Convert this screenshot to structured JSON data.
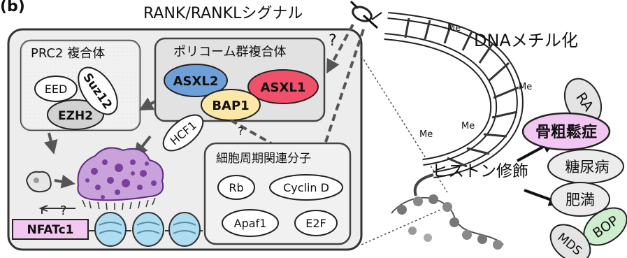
{
  "partial_header": "(b)",
  "signal_title": "RANK/RANKLシグナル",
  "prc2": {
    "title": "PRC2 複合体",
    "eed": "EED",
    "suz12": "Suz12",
    "ezh2": "EZH2"
  },
  "polycomb": {
    "title": "ポリコーム群複合体",
    "asxl2": "ASXL2",
    "asxl1": "ASXL1",
    "bap1": "BAP1",
    "hcf1": "HCF1"
  },
  "question_marks": {
    "q1": "?",
    "q2": "?",
    "q3": "?"
  },
  "cell_cycle": {
    "title": "細胞周期関連分子",
    "rb": "Rb",
    "cyclin_d": "Cyclin D",
    "apaf1": "Apaf1",
    "e2f": "E2F"
  },
  "nfatc1": "NFATc1",
  "dna": {
    "methylation": "DNAメチル化",
    "me": "Me",
    "histone_mod": "ヒストン修飾"
  },
  "diseases": {
    "ra": "RA",
    "osteoporosis": "骨粗鬆症",
    "diabetes": "糖尿病",
    "obesity": "肥満",
    "bop": "BOP",
    "mds": "MDS"
  },
  "colors": {
    "asxl2": "#6f9fd8",
    "asxl1": "#f0506a",
    "bap1": "#fbe7a8",
    "osteoclast": "#7b3fa0",
    "nucleosome": "#aedcf0",
    "panel": "#ececec",
    "bone_highlight": "#f2c6f2"
  }
}
